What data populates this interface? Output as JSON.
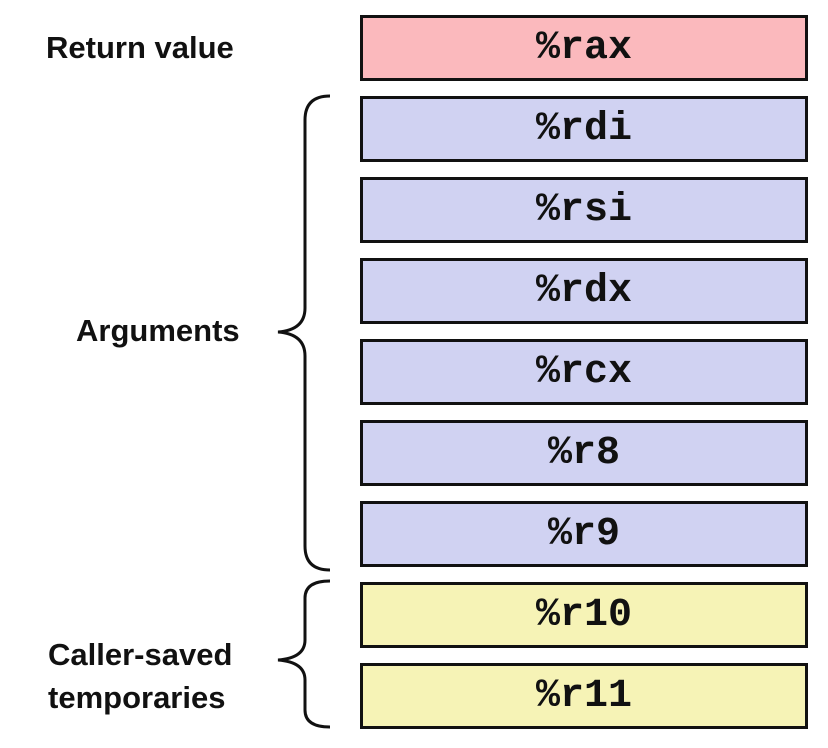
{
  "labels": {
    "return_value": "Return value",
    "arguments": "Arguments",
    "caller_saved_line1": "Caller-saved",
    "caller_saved_line2": "temporaries"
  },
  "registers": {
    "return": [
      "%rax"
    ],
    "arguments": [
      "%rdi",
      "%rsi",
      "%rdx",
      "%rcx",
      "%r8",
      "%r9"
    ],
    "temporaries": [
      "%r10",
      "%r11"
    ]
  },
  "colors": {
    "return": "#fbb9bd",
    "arguments": "#d0d2f2",
    "temporaries": "#f6f3b6"
  }
}
